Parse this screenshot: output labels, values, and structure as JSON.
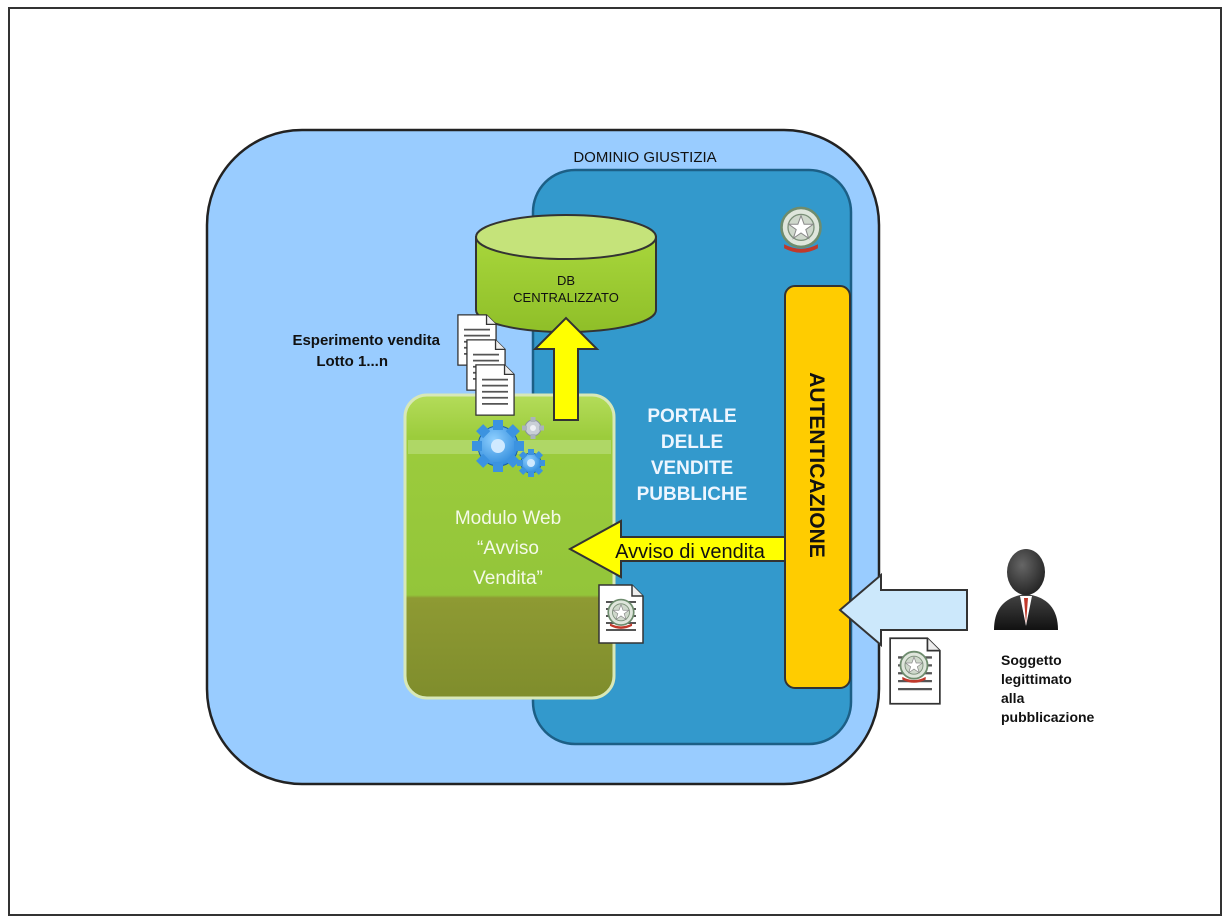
{
  "domain_title": "DOMINIO GIUSTIZIA",
  "database": {
    "line1": "DB",
    "line2": "CENTRALIZZATO"
  },
  "documents_label": {
    "line1": "Esperimento vendita",
    "line2": "Lotto 1...n"
  },
  "portal": {
    "lines": [
      "PORTALE",
      "DELLE",
      "VENDITE",
      "PUBBLICHE"
    ]
  },
  "module": {
    "lines": [
      "Modulo Web",
      "“Avviso",
      "Vendita”"
    ]
  },
  "arrow_label": "Avviso di vendita",
  "auth_label": "AUTENTICAZIONE",
  "actor": {
    "lines": [
      "Soggetto",
      "legittimato",
      "alla",
      "pubblicazione"
    ]
  },
  "colors": {
    "outer_domain": "#99ccff",
    "portal": "#3399cc",
    "database": "#99cc33",
    "module_top": "#9ccc3c",
    "module_bottom": "#8c9a33",
    "auth": "#ffcc00",
    "arrow_yellow": "#ffff00",
    "arrow_blue": "#cce8fb"
  }
}
